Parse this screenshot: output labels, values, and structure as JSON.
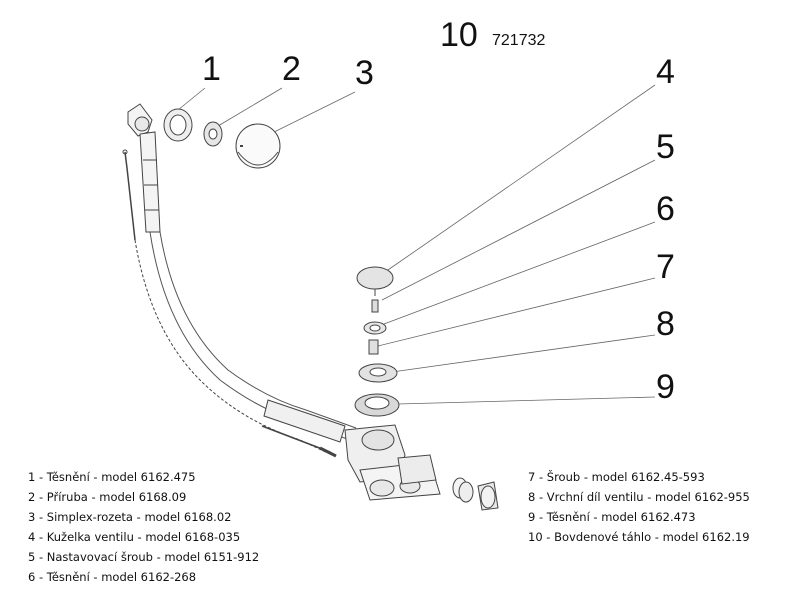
{
  "header": {
    "number": "10",
    "code": "721732"
  },
  "callouts": [
    "1",
    "2",
    "3",
    "4",
    "5",
    "6",
    "7",
    "8",
    "9"
  ],
  "legend": {
    "left": [
      "1 - Těsnění - model 6162.475",
      "2 - Příruba - model 6168.09",
      "3 - Simplex-rozeta - model 6168.02",
      "4 - Kuželka ventilu - model 6168-035",
      "5 - Nastavovací šroub - model 6151-912",
      "6 - Těsnění - model 6162-268"
    ],
    "right": [
      "7 - Šroub - model 6162.45-593",
      "8 - Vrchní díl ventilu - model 6162-955",
      "9 - Těsnění - model 6162.473",
      "10 - Bovdenové táhlo - model 6162.19"
    ]
  }
}
